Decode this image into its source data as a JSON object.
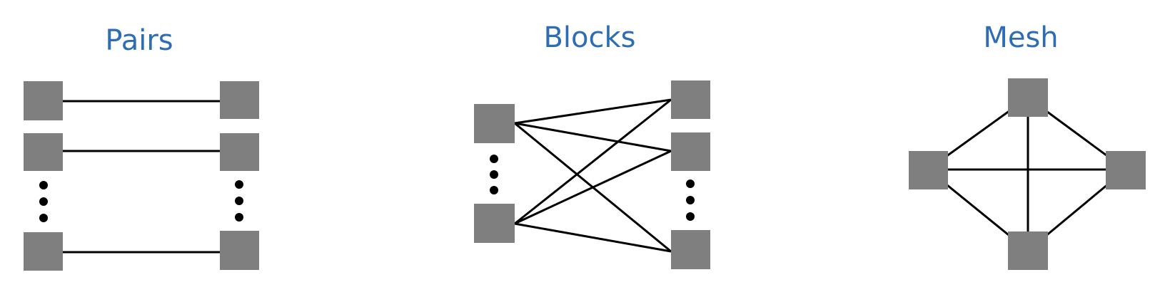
{
  "panels": [
    {
      "key": "pairs",
      "title": "Pairs"
    },
    {
      "key": "blocks",
      "title": "Blocks"
    },
    {
      "key": "mesh",
      "title": "Mesh"
    }
  ],
  "colors": {
    "title": "#2e6db5",
    "node": "#7f7f7f",
    "edge": "#000000",
    "background": "#ffffff"
  }
}
